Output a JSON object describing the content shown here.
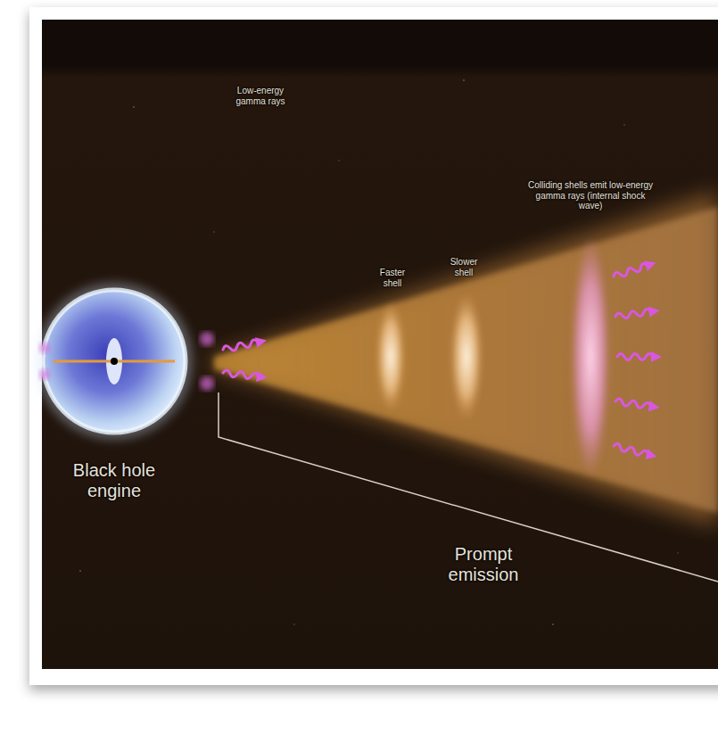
{
  "diagram": {
    "labels": [
      "Low-energy gamma rays",
      "Faster shell",
      "Slower shell",
      "Colliding shells emit low-energy gamma rays (internal shock wave)",
      "Black hole engine",
      "Prompt emission"
    ]
  }
}
